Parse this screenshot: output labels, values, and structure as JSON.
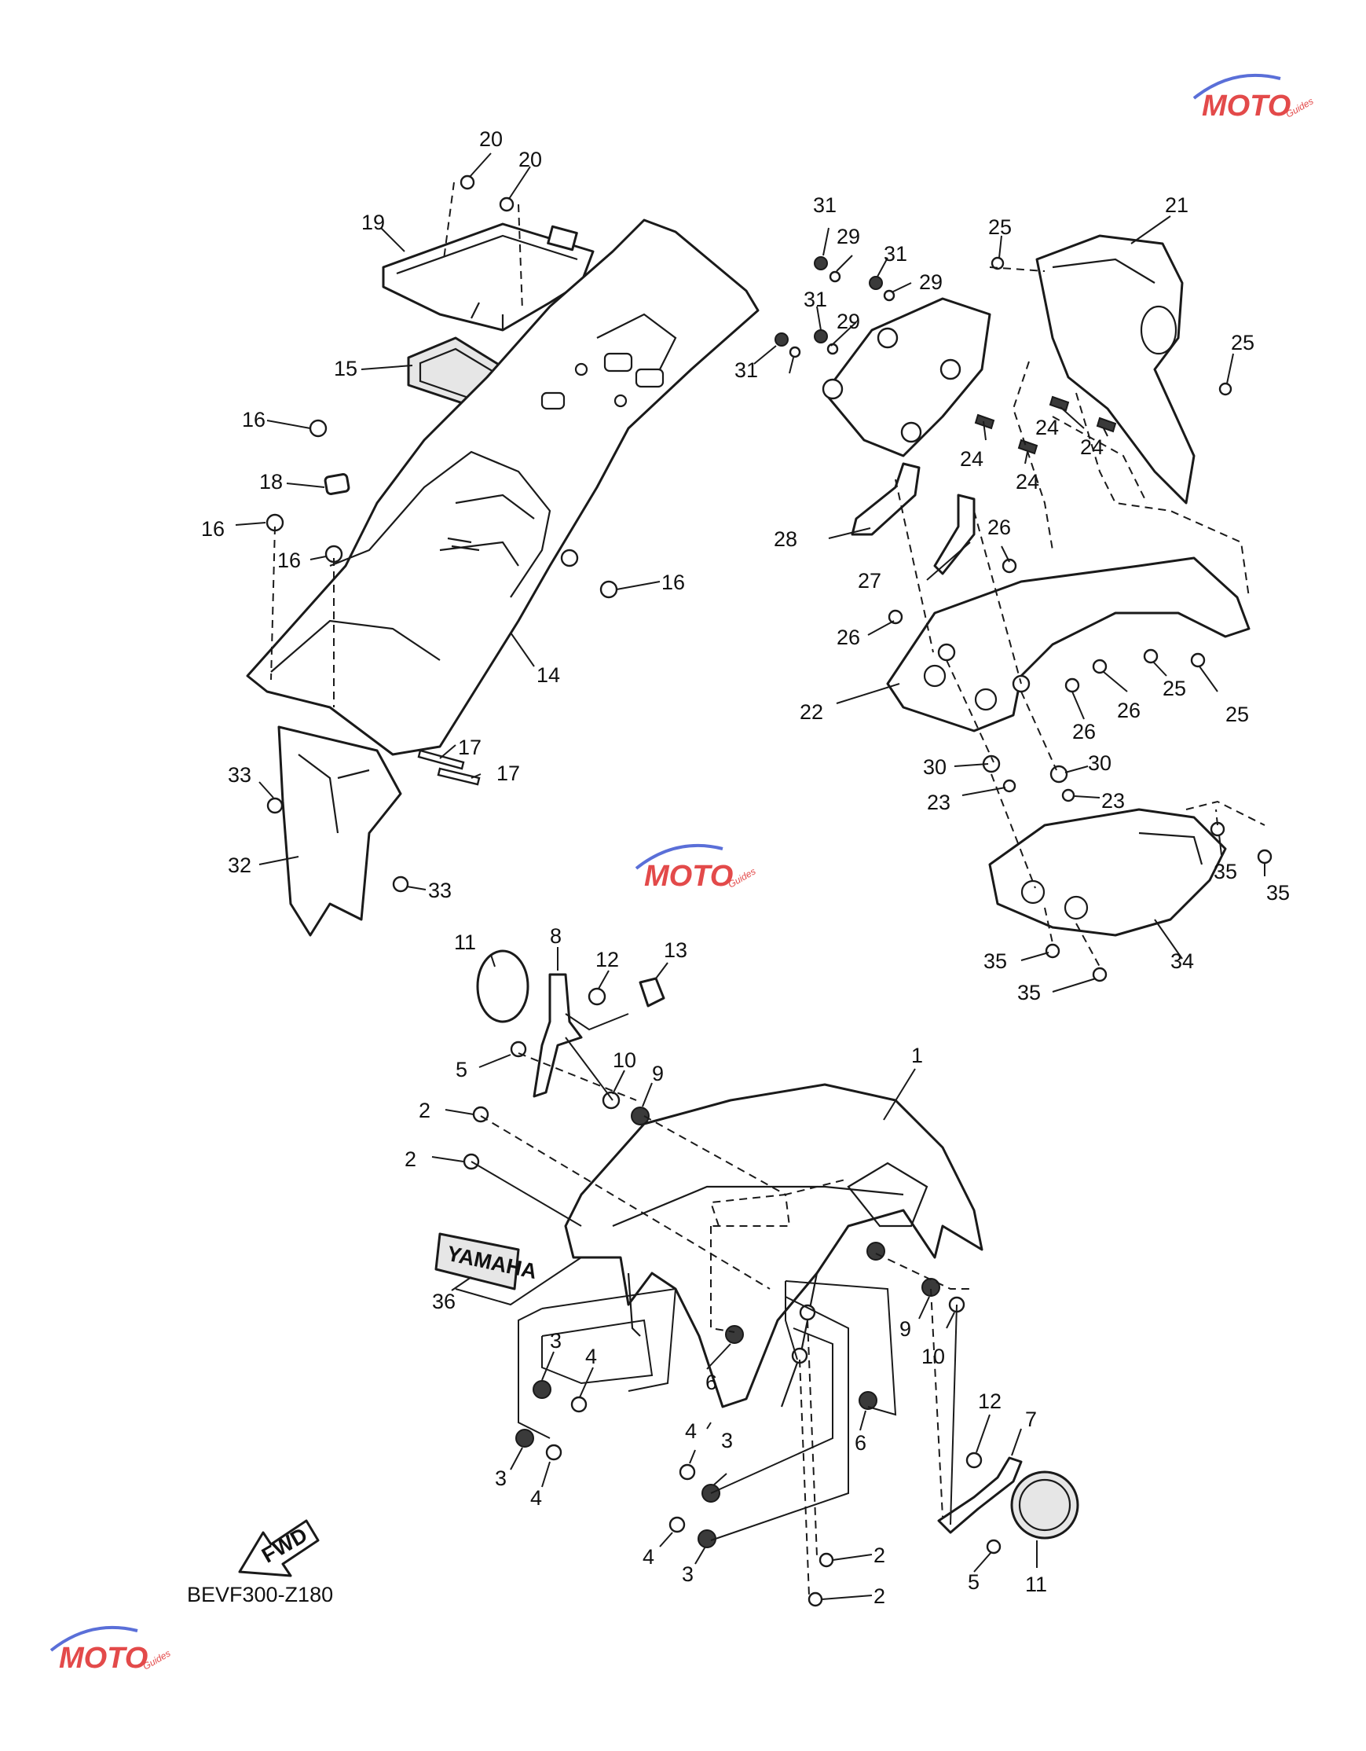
{
  "diagram_code": "BEVF300-Z180",
  "fwd_label": "FWD",
  "decal_text": "YAMAHA",
  "watermark": {
    "logo_text": "MOTO",
    "sub_text": "Guides",
    "color_a": "#e34a4a",
    "color_b": "#5a6fd8"
  },
  "callouts": [
    "1",
    "2",
    "2",
    "2",
    "2",
    "3",
    "3",
    "3",
    "3",
    "4",
    "4",
    "4",
    "4",
    "5",
    "5",
    "6",
    "6",
    "7",
    "8",
    "9",
    "9",
    "10",
    "10",
    "11",
    "11",
    "12",
    "12",
    "13",
    "14",
    "15",
    "16",
    "16",
    "16",
    "16",
    "17",
    "17",
    "18",
    "19",
    "20",
    "20",
    "21",
    "22",
    "23",
    "23",
    "24",
    "24",
    "24",
    "24",
    "25",
    "25",
    "25",
    "25",
    "26",
    "26",
    "26",
    "26",
    "27",
    "28",
    "29",
    "29",
    "29",
    "30",
    "30",
    "31",
    "31",
    "31",
    "31",
    "32",
    "33",
    "33",
    "34",
    "35",
    "35",
    "35",
    "35",
    "36"
  ]
}
